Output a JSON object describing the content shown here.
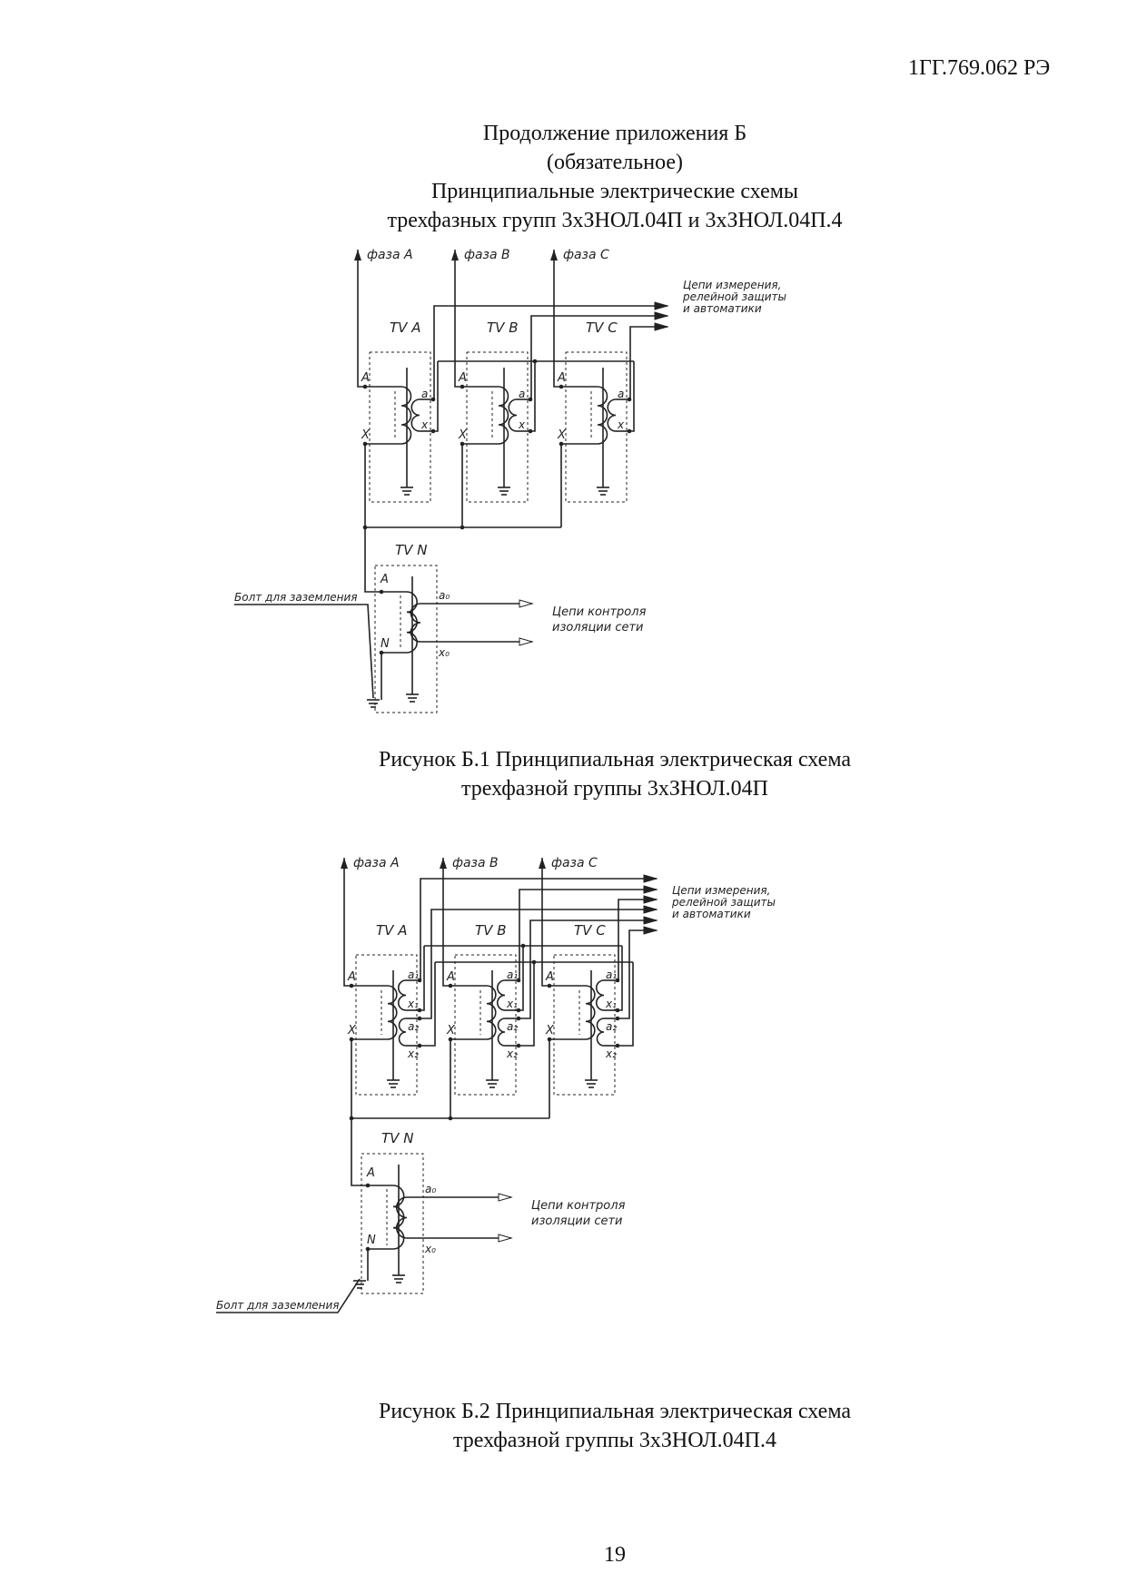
{
  "header": {
    "doc_code": "1ГГ.769.062 РЭ"
  },
  "title": {
    "line1": "Продолжение приложения Б",
    "line2": "(обязательное)",
    "line3": "Принципиальные электрические схемы",
    "line4": "трехфазных групп 3хЗНОЛ.04П и 3хЗНОЛ.04П.4"
  },
  "figure1": {
    "phases": [
      "фаза A",
      "фаза B",
      "фаза C"
    ],
    "transformers": [
      "TV A",
      "TV B",
      "TV C"
    ],
    "neutral_transformer": "TV N",
    "primary_terminals": [
      "A",
      "X"
    ],
    "secondary_terminals": [
      "a",
      "x"
    ],
    "neutral_terminals": [
      "A",
      "N",
      "a₀",
      "x₀"
    ],
    "outputs_label": [
      "Цепи измерения,",
      "релейной защиты",
      "и автоматики"
    ],
    "control_label": [
      "Цепи контроля",
      "изоляции сети"
    ],
    "ground_label": "Болт для заземления",
    "caption_line1": "Рисунок Б.1 Принципиальная электрическая схема",
    "caption_line2": "трехфазной группы 3хЗНОЛ.04П"
  },
  "figure2": {
    "phases": [
      "фаза A",
      "фаза B",
      "фаза C"
    ],
    "transformers": [
      "TV A",
      "TV B",
      "TV C"
    ],
    "neutral_transformer": "TV N",
    "primary_terminals": [
      "A",
      "X"
    ],
    "secondary_terminals": [
      "a₁",
      "x₁",
      "a₂",
      "x₂"
    ],
    "neutral_terminals": [
      "A",
      "N",
      "a₀",
      "x₀"
    ],
    "outputs_label": [
      "Цепи измерения,",
      "релейной защиты",
      "и автоматики"
    ],
    "control_label": [
      "Цепи контроля",
      "изоляции сети"
    ],
    "ground_label": "Болт для заземления",
    "caption_line1": "Рисунок Б.2 Принципиальная электрическая схема",
    "caption_line2": "трехфазной группы 3хЗНОЛ.04П.4"
  },
  "page_number": "19"
}
